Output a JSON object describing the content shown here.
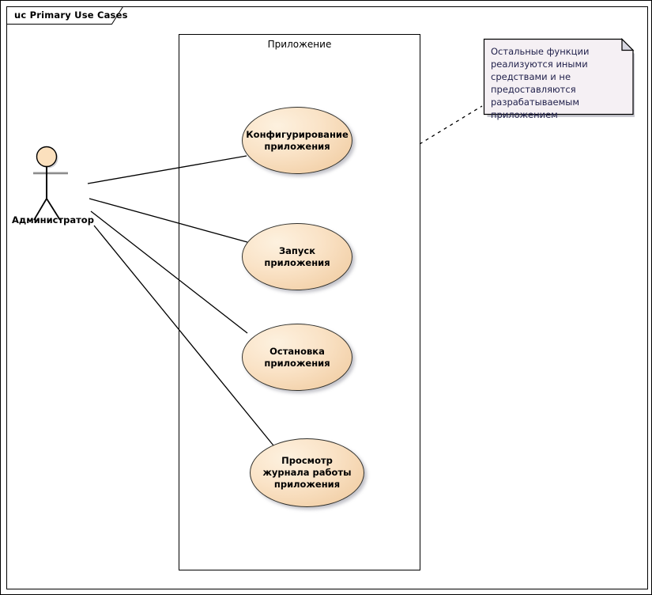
{
  "diagram": {
    "frame_label": "uc Primary Use Cases",
    "kind": "uml-use-case-diagram"
  },
  "system_boundary": {
    "label": "Приложение"
  },
  "actor": {
    "label": "Администратор",
    "icon": "stick-figure-actor-icon"
  },
  "use_cases": [
    {
      "id": "configure",
      "label": "Конфигурирование приложения"
    },
    {
      "id": "start",
      "label": "Запуск приложения"
    },
    {
      "id": "stop",
      "label": "Остановка приложения"
    },
    {
      "id": "view-log",
      "label": "Просмотр журнала работы приложения"
    }
  ],
  "note": {
    "text": "Остальные функции реализуются иными средствами и не предоставляются разрабатываемым приложением",
    "anchor": "dashed-connector-to-system-boundary"
  },
  "colors": {
    "usecase_fill": "#fae3c7",
    "usecase_stroke": "#30302c",
    "actor_head_fill": "#fbe0bd",
    "note_fill": "#f5f0f4",
    "note_stroke": "#000000",
    "note_text": "#1f1f4a",
    "line": "#000000",
    "background": "#ffffff"
  }
}
